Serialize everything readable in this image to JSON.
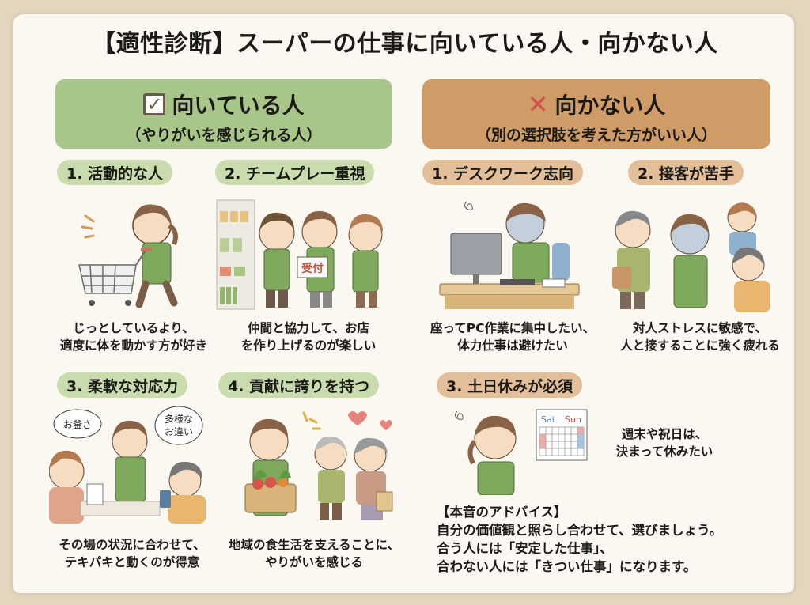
{
  "title": "【適性診断】スーパーの仕事に向いている人・向かない人",
  "suited": {
    "heading": "向いている人",
    "subheading": "（やりがいを感じられる人）",
    "icon": "checkbox-icon",
    "color": "#a9c68a",
    "pill_color": "#c9dcae",
    "items": [
      {
        "label": "1. 活動的な人",
        "desc_line1": "じっとしているより、",
        "desc_line2": "適度に体を動かす方が好き"
      },
      {
        "label": "2. チームプレー重視",
        "desc_line1": "仲間と協力して、お店",
        "desc_line2": "を作り上げるのが楽しい",
        "sign": "受付"
      },
      {
        "label": "3. 柔軟な対応力",
        "desc_line1": "その場の状況に合わせて、",
        "desc_line2": "テキパキと動くのが得意",
        "bubble1": "お釜さ",
        "bubble2_line1": "多様な",
        "bubble2_line2": "お違い"
      },
      {
        "label": "4. 貢献に誇りを持つ",
        "desc_line1": "地域の食生活を支えることに、",
        "desc_line2": "やりがいを感じる"
      }
    ]
  },
  "unsuited": {
    "heading": "向かない人",
    "subheading": "（別の選択肢を考えた方がいい人）",
    "icon": "cross-icon",
    "color": "#cf9c67",
    "pill_color": "#e2bf98",
    "items": [
      {
        "label": "1. デスクワーク志向",
        "desc_line1": "座ってPC作業に集中したい、",
        "desc_line2": "体力仕事は避けたい"
      },
      {
        "label": "2. 接客が苦手",
        "desc_line1": "対人ストレスに敏感で、",
        "desc_line2": "人と接することに強く疲れる"
      },
      {
        "label": "3. 土日休みが必須",
        "desc_line1": "週末や祝日は、",
        "desc_line2": "決まって休みたい",
        "calendar_sat": "Sat",
        "calendar_sun": "Sun"
      }
    ]
  },
  "advice": {
    "heading": "【本音のアドバイス】",
    "line1": "自分の価値観と照らし合わせて、選びましょう。",
    "line2": "合う人には「安定した仕事」、",
    "line3": "合わない人には「きつい仕事」になります。"
  }
}
